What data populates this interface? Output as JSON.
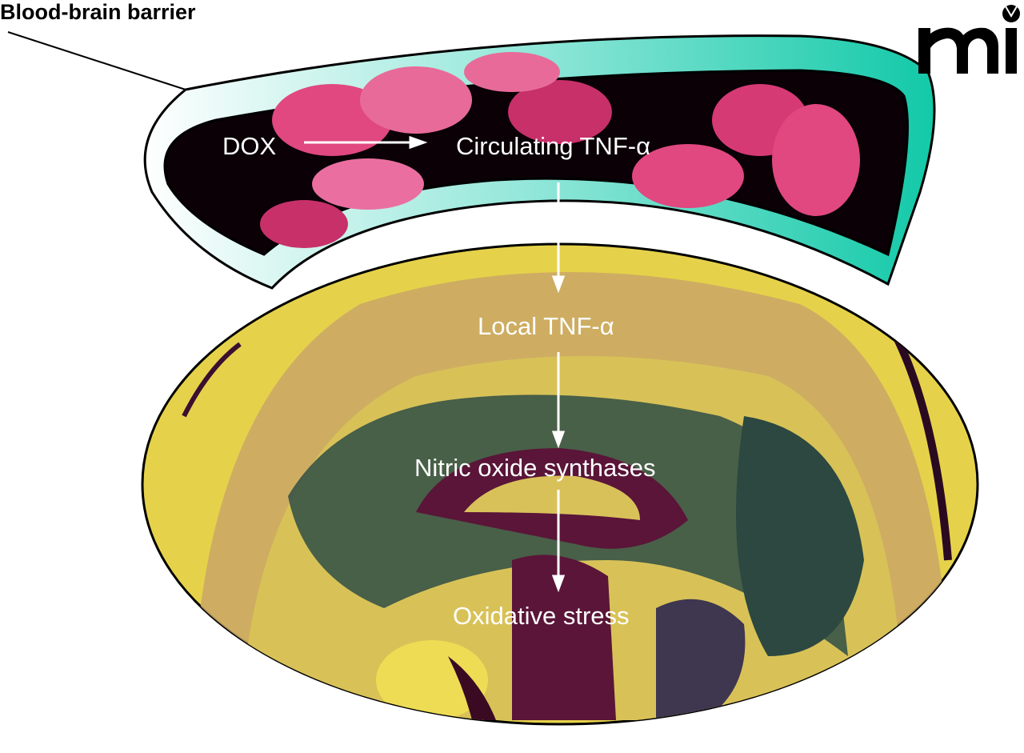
{
  "title": "Blood-brain barrier",
  "labels": {
    "dox": "DOX",
    "circulating": "Circulating TNF-α",
    "local": "Local TNF-α",
    "nos": "Nitric oxide synthases",
    "oxidative": "Oxidative stress"
  },
  "logo": "mi",
  "colors": {
    "barrier": "#1fd1b4",
    "brain_yellow": "#e8d44d",
    "rbc": "#e0487f",
    "dark_teal": "#2f4d45",
    "maroon": "#5a1538"
  }
}
